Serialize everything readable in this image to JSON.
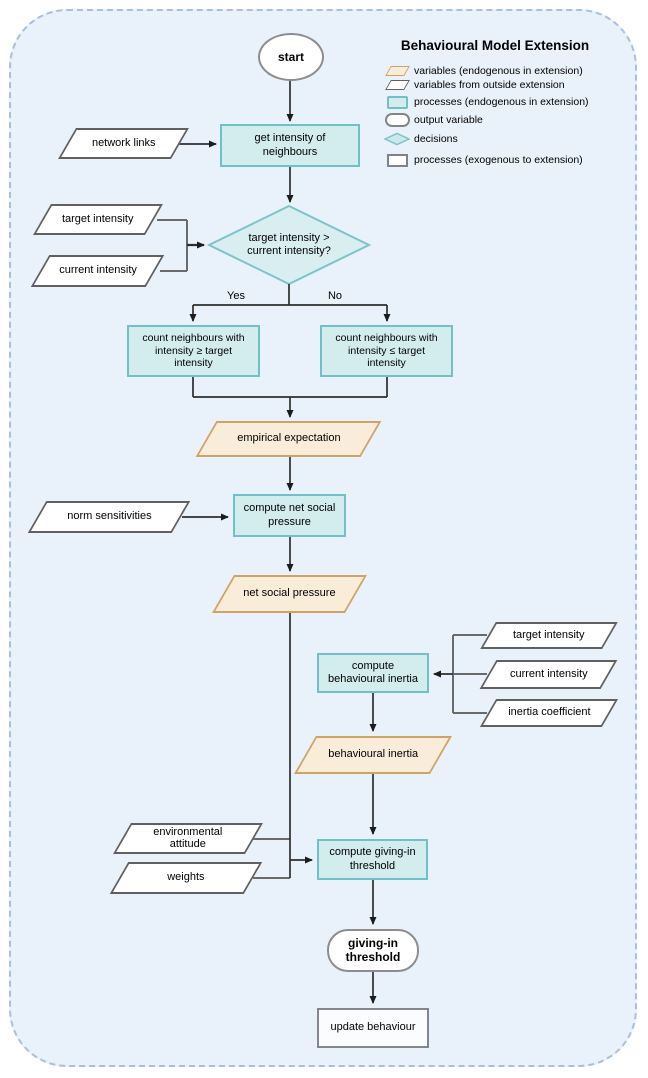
{
  "legend": {
    "title": "Behavioural Model Extension",
    "items": [
      {
        "icon": "parallelogram-endogenous",
        "label": "variables (endogenous in extension)"
      },
      {
        "icon": "parallelogram-outside",
        "label": "variables from outside extension"
      },
      {
        "icon": "process-endogenous",
        "label": "processes (endogenous in extension)"
      },
      {
        "icon": "output-variable-oval",
        "label": "output variable"
      },
      {
        "icon": "decision-diamond",
        "label": "decisions"
      },
      {
        "icon": "process-exogenous",
        "label": "processes (exogenous to extension)"
      }
    ]
  },
  "nodes": {
    "start": "start",
    "network_links": "network links",
    "get_intensity_of_neighbours": "get intensity of\nneighbours",
    "target_intensity_top": "target intensity",
    "current_intensity_top": "current intensity",
    "decision": "target intensity >\ncurrent intensity?",
    "count_ge": "count neighbours with\nintensity ≥  target\nintensity",
    "count_le": "count neighbours with\nintensity ≤  target\nintensity",
    "empirical_expectation": "empirical expectation",
    "norm_sensitivities": "norm sensitivities",
    "compute_net_social_pressure": "compute net social\npressure",
    "net_social_pressure": "net social pressure",
    "compute_behavioural_inertia": "compute\nbehavioural inertia",
    "target_intensity_right": "target intensity",
    "current_intensity_right": "current intensity",
    "inertia_coefficient": "inertia coefficient",
    "behavioural_inertia": "behavioural inertia",
    "environmental_attitude": "environmental\nattitude",
    "weights": "weights",
    "compute_giving_in_threshold": "compute giving-in\nthreshold",
    "giving_in_threshold": "giving-in\nthreshold",
    "update_behaviour": "update behaviour"
  },
  "branch_labels": {
    "yes": "Yes",
    "no": "No"
  },
  "edges": [
    {
      "from": "start",
      "to": "get_intensity_of_neighbours"
    },
    {
      "from": "network_links",
      "to": "get_intensity_of_neighbours"
    },
    {
      "from": "get_intensity_of_neighbours",
      "to": "decision"
    },
    {
      "from": "target_intensity_top",
      "to": "decision"
    },
    {
      "from": "current_intensity_top",
      "to": "decision"
    },
    {
      "from": "decision",
      "to": "count_ge",
      "label": "Yes"
    },
    {
      "from": "decision",
      "to": "count_le",
      "label": "No"
    },
    {
      "from": "count_ge",
      "to": "empirical_expectation"
    },
    {
      "from": "count_le",
      "to": "empirical_expectation"
    },
    {
      "from": "norm_sensitivities",
      "to": "compute_net_social_pressure"
    },
    {
      "from": "empirical_expectation",
      "to": "compute_net_social_pressure"
    },
    {
      "from": "compute_net_social_pressure",
      "to": "net_social_pressure"
    },
    {
      "from": "net_social_pressure",
      "to": "compute_giving_in_threshold"
    },
    {
      "from": "target_intensity_right",
      "to": "compute_behavioural_inertia"
    },
    {
      "from": "current_intensity_right",
      "to": "compute_behavioural_inertia"
    },
    {
      "from": "inertia_coefficient",
      "to": "compute_behavioural_inertia"
    },
    {
      "from": "compute_behavioural_inertia",
      "to": "behavioural_inertia"
    },
    {
      "from": "behavioural_inertia",
      "to": "compute_giving_in_threshold"
    },
    {
      "from": "environmental_attitude",
      "to": "compute_giving_in_threshold"
    },
    {
      "from": "weights",
      "to": "compute_giving_in_threshold"
    },
    {
      "from": "compute_giving_in_threshold",
      "to": "giving_in_threshold"
    },
    {
      "from": "giving_in_threshold",
      "to": "update_behaviour"
    }
  ],
  "colors": {
    "background": "#e9f1fa",
    "dashed_border": "#a9c0dd",
    "process_fill": "#d3ecee",
    "process_border": "#72c0c7",
    "decision_fill": "#d9eef1",
    "decision_border": "#7cc4ca",
    "variable_fill": "#f9ecd9",
    "variable_border": "#cfa265",
    "outside_fill": "#ffffff",
    "outside_border": "#606060",
    "line": "#2e2e2e"
  }
}
